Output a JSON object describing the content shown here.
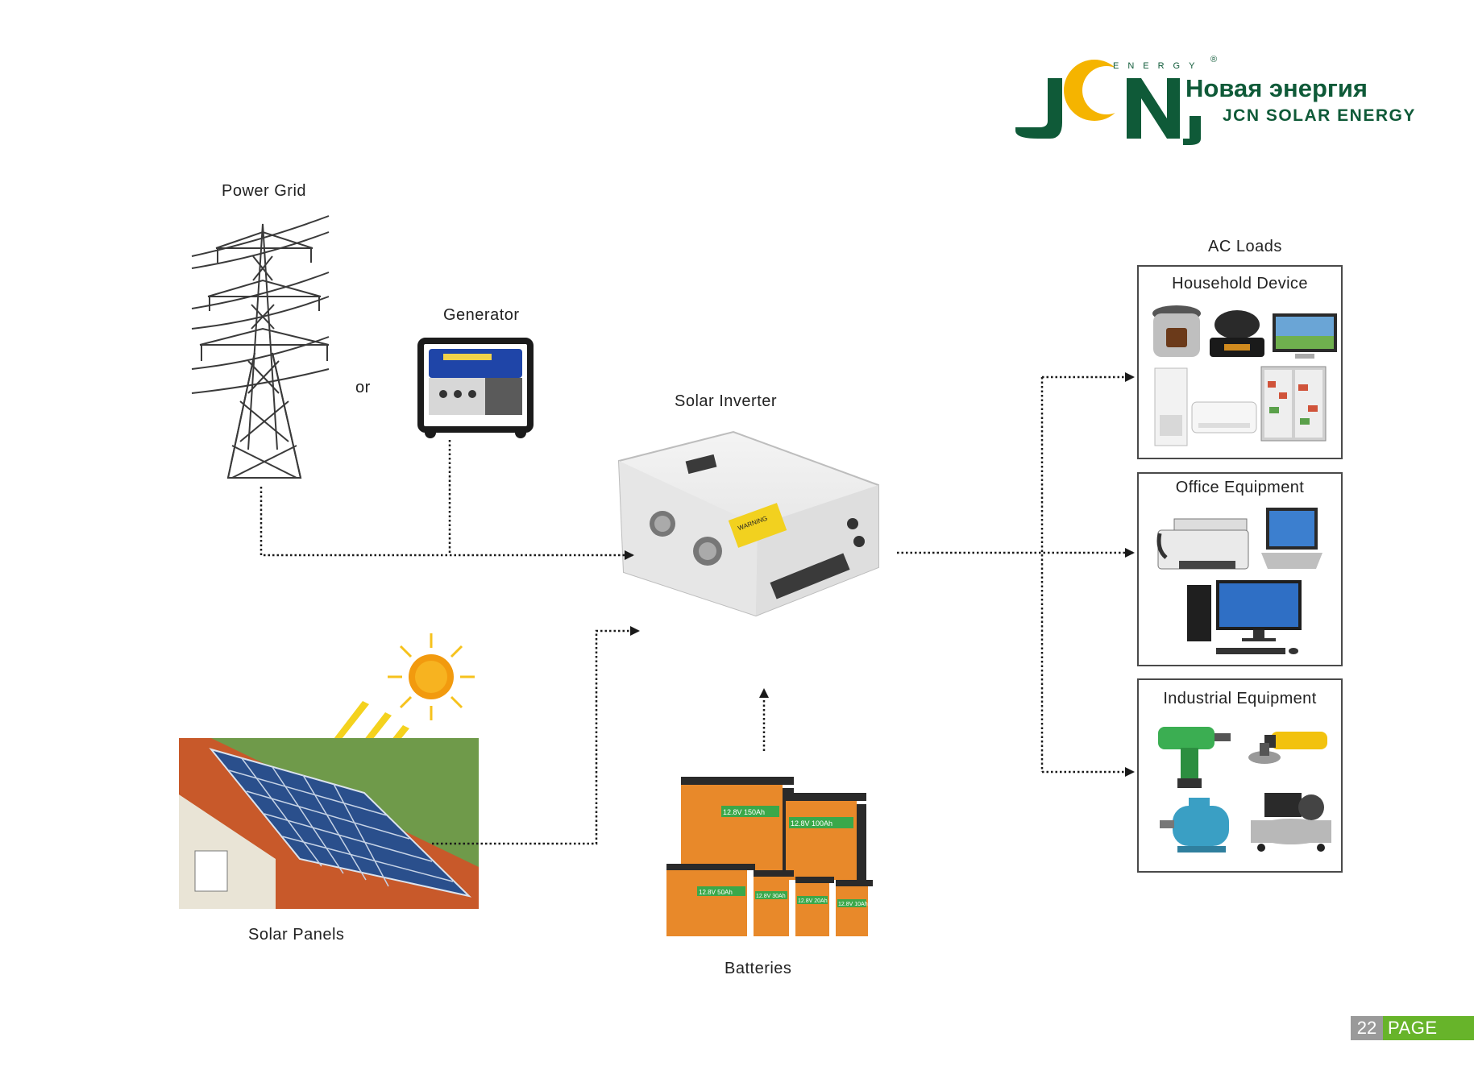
{
  "logo": {
    "mark": "JCN",
    "energy": "ENERGY",
    "registered": "®",
    "name_ru": "Новая энергия",
    "name_en": "JCN SOLAR ENERGY"
  },
  "nodes": {
    "power_grid": "Power Grid",
    "or": "or",
    "generator": "Generator",
    "solar_inverter": "Solar Inverter",
    "solar_panels": "Solar Panels",
    "batteries": "Batteries",
    "ac_loads": "AC Loads"
  },
  "loads": {
    "household": "Household Device",
    "office": "Office Equipment",
    "industrial": "Industrial Equipment"
  },
  "inverter_warning": "WARNING",
  "batteries_labels": [
    "12.8V 150Ah",
    "12.8V 100Ah",
    "12.8V 50Ah",
    "12.8V 30Ah",
    "12.8V 20Ah",
    "12.8V 10Ah"
  ],
  "page": {
    "number": "22",
    "word": "PAGE"
  },
  "colors": {
    "brand_green": "#0f5a38",
    "brand_yellow": "#f5b400",
    "page_green": "#67b42a",
    "page_gray": "#9a9a9a",
    "battery_orange": "#e8892a"
  }
}
